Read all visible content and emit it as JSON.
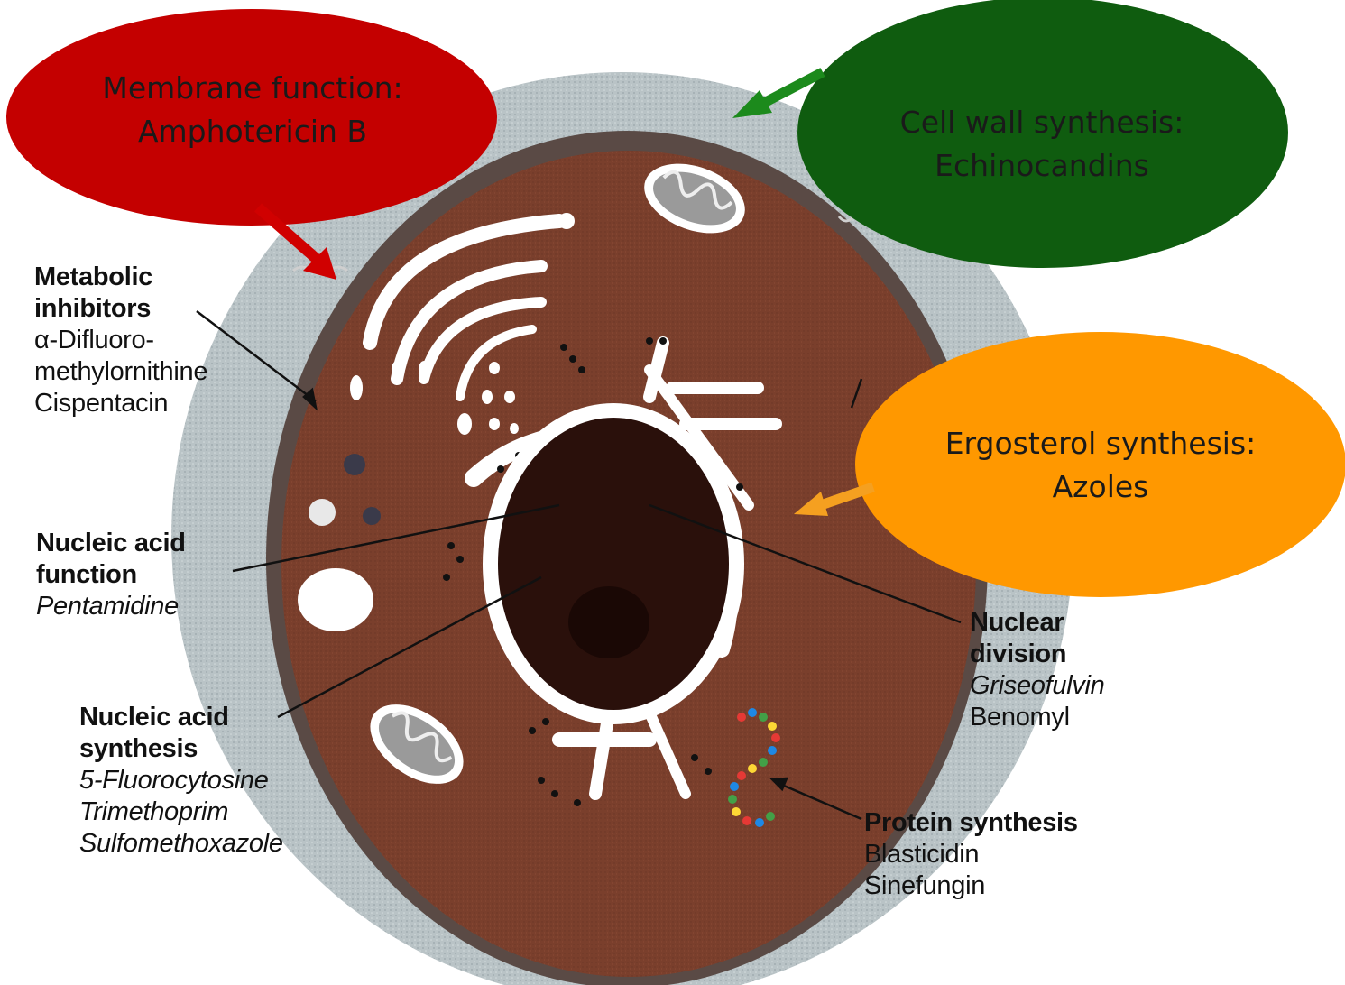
{
  "callouts": {
    "membrane": {
      "title": "Membrane function:",
      "drug": "Amphotericin B",
      "color": "#c40000",
      "text_color": "#1a1a1a"
    },
    "cell_wall": {
      "title": "Cell wall synthesis:",
      "drug": "Echinocandins",
      "color": "#0f5c0f",
      "text_color": "#1a1a1a"
    },
    "ergosterol": {
      "title": "Ergosterol synthesis:",
      "drug": "Azoles",
      "color": "#ff9800",
      "text_color": "#1a1a1a"
    }
  },
  "labels": {
    "metabolic": {
      "heading_1": "Metabolic",
      "heading_2": "inhibitors",
      "drug_1": "α-Difluoro-",
      "drug_2": "methylornithine",
      "drug_3": "Cispentacin"
    },
    "nucleic_function": {
      "heading_1": "Nucleic acid",
      "heading_2": "function",
      "drug_1": "Pentamidine"
    },
    "nucleic_synthesis": {
      "heading_1": "Nucleic acid",
      "heading_2": "synthesis",
      "drug_1": "5-Fluorocytosine",
      "drug_2": "Trimethoprim",
      "drug_3": "Sulfomethoxazole"
    },
    "nuclear_division": {
      "heading_1": "Nuclear",
      "heading_2": "division",
      "drug_1": "Griseofulvin",
      "drug_2": "Benomyl"
    },
    "protein_synthesis": {
      "heading_1": "Protein synthesis",
      "drug_1": "Blasticidin",
      "drug_2": "Sinefungin"
    }
  },
  "colors": {
    "cell_wall_outer": "#b9c3c6",
    "membrane_ring": "#5a4a45",
    "cytoplasm": "#7a3f2c",
    "nucleus": "#2a100b",
    "organelle_white": "#ffffff",
    "leader_line": "#111111"
  }
}
